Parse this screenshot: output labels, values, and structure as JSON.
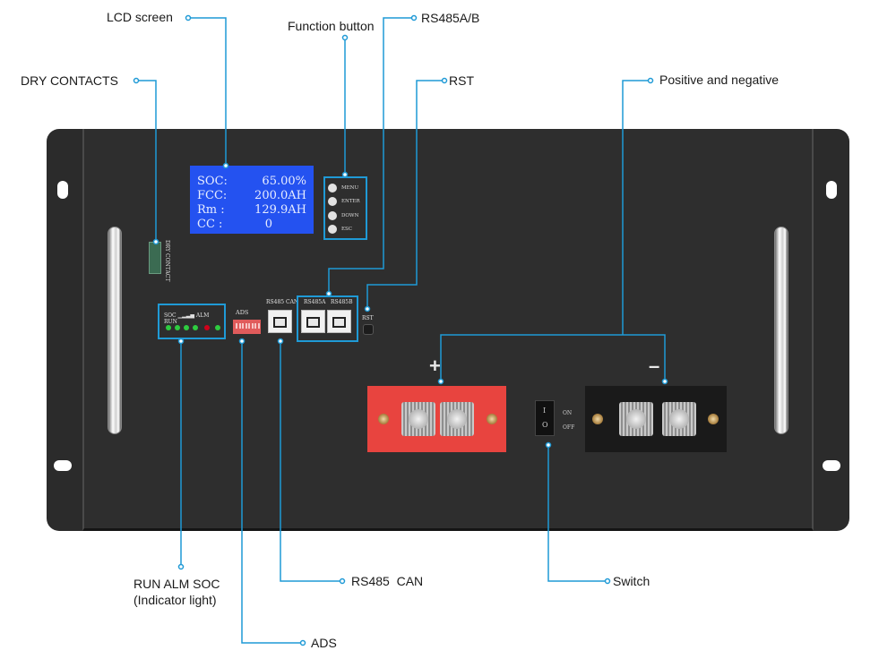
{
  "title": "Battery front panel interface diagram",
  "accent_color": "#1f9ad6",
  "callouts": {
    "lcd_screen": "LCD screen",
    "function_button": "Function button",
    "rs485ab": "RS485A/B",
    "dry_contacts": "DRY CONTACTS",
    "rst": "RST",
    "positive_negative": "Positive and negative",
    "indicator_line1": "RUN ALM SOC",
    "indicator_line2": "(Indicator light)",
    "rs485_can": "RS485  CAN",
    "ads": "ADS",
    "switch": "Switch"
  },
  "lcd": {
    "rows": [
      {
        "key": "SOC:",
        "value": "65.00%"
      },
      {
        "key": "FCC:",
        "value": "200.0AH"
      },
      {
        "key": "Rm :",
        "value": "129.9AH"
      },
      {
        "key": "CC :",
        "value": "0"
      }
    ]
  },
  "function_buttons": [
    "MENU",
    "ENTER",
    "DOWN",
    "ESC"
  ],
  "dry_contact_label": "DRY CONTACT",
  "indicator": {
    "title": "SOC ▁▂▃▅ ALM RUN",
    "leds": [
      {
        "name": "soc-1",
        "color": "#2ecc40"
      },
      {
        "name": "soc-2",
        "color": "#2ecc40"
      },
      {
        "name": "soc-3",
        "color": "#2ecc40"
      },
      {
        "name": "soc-4",
        "color": "#2ecc40"
      },
      {
        "name": "alm",
        "color": "#d0021b"
      },
      {
        "name": "run",
        "color": "#2ecc40"
      }
    ]
  },
  "ads_label": "ADS",
  "ports": {
    "rs485_can": "RS485 CAN",
    "rs485a": "RS485A",
    "rs485b": "RS485B"
  },
  "rst_label": "RST",
  "terminals": {
    "positive_sign": "+",
    "negative_sign": "–"
  },
  "switch": {
    "on": "ON",
    "off": "OFF",
    "on_glyph": "I",
    "off_glyph": "O"
  }
}
